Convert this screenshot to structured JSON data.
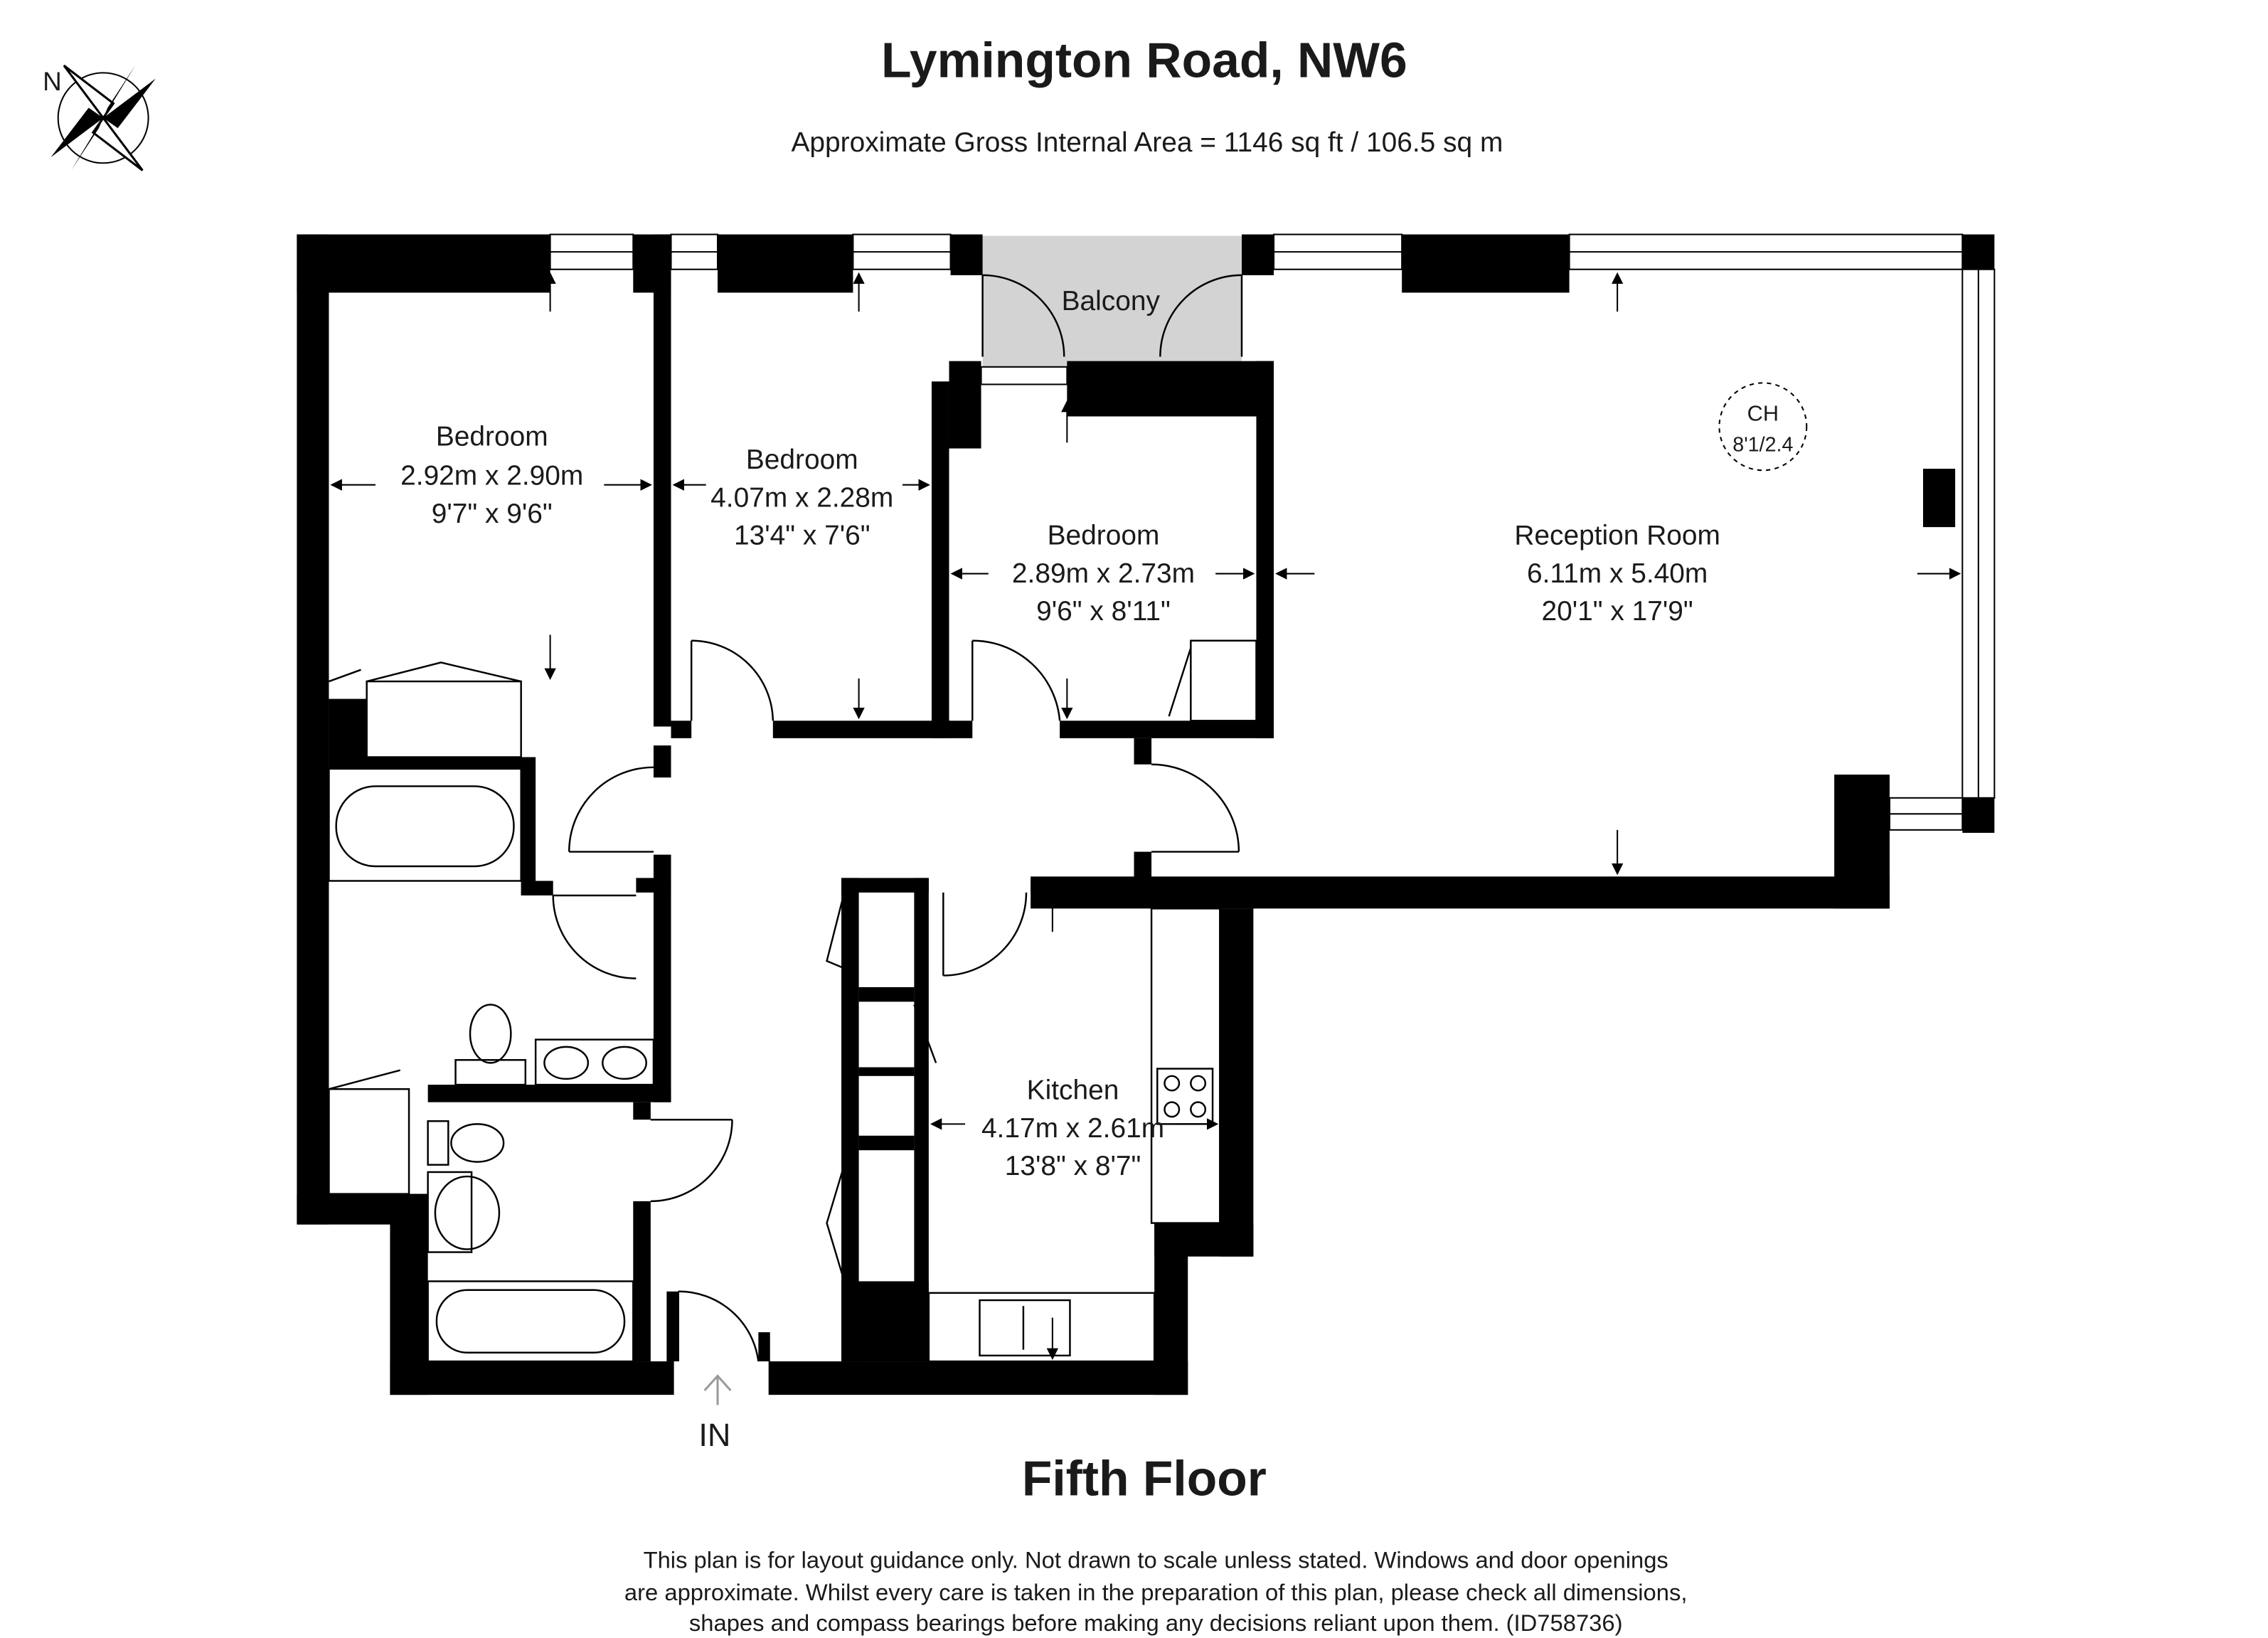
{
  "title": "Lymington Road, NW6",
  "subtitle": "Approximate Gross Internal Area = 1146 sq ft / 106.5 sq m",
  "compass": {
    "label": "N"
  },
  "floor_label": "Fifth Floor",
  "entrance_label": "IN",
  "ceiling_height": {
    "code": "CH",
    "value": "8'1/2.4"
  },
  "rooms": [
    {
      "id": "bedroom-1",
      "name": "Bedroom",
      "metric": "2.92m x 2.90m",
      "imperial": "9'7\" x 9'6\""
    },
    {
      "id": "bedroom-2",
      "name": "Bedroom",
      "metric": "4.07m x 2.28m",
      "imperial": "13'4\" x 7'6\""
    },
    {
      "id": "bedroom-3",
      "name": "Bedroom",
      "metric": "2.89m x 2.73m",
      "imperial": "9'6\" x 8'11\""
    },
    {
      "id": "reception",
      "name": "Reception Room",
      "metric": "6.11m x 5.40m",
      "imperial": "20'1\" x 17'9\""
    },
    {
      "id": "kitchen",
      "name": "Kitchen",
      "metric": "4.17m x 2.61m",
      "imperial": "13'8\" x 8'7\""
    }
  ],
  "balcony": {
    "name": "Balcony",
    "fill": "#d3d3d3"
  },
  "wall_color": "#000000",
  "disclaimer": [
    "This plan is for layout guidance only. Not drawn to scale unless stated. Windows and door openings",
    "are approximate. Whilst every care is taken in the preparation of this plan, please check all dimensions,",
    "shapes and compass bearings before making any decisions reliant upon them. (ID758736)"
  ]
}
